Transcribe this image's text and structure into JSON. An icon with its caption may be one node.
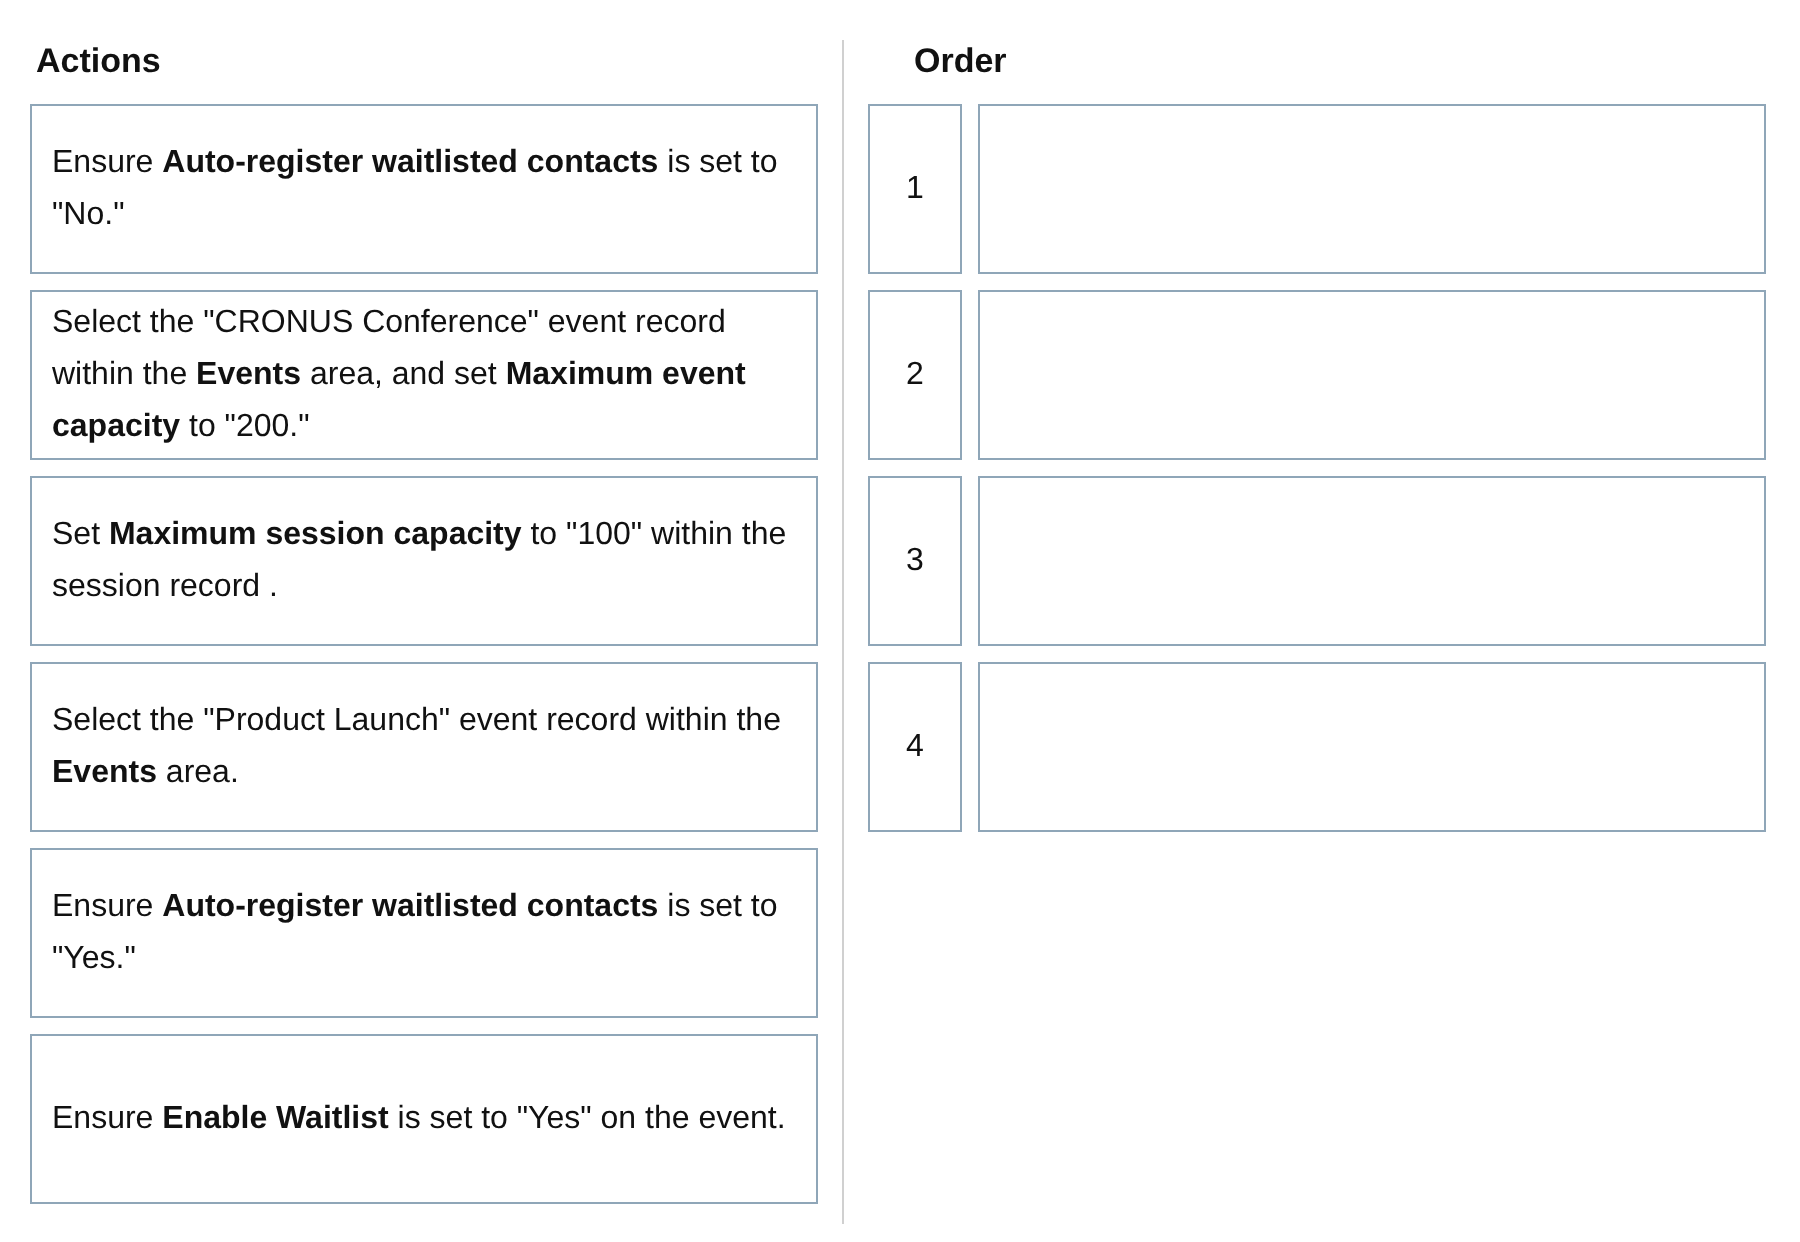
{
  "diagram": {
    "nodes": [
      {
        "text": [
          "Ensure **Auto-register waitlisted contacts** is set to \"No.\""
        ]
      },
      {
        "text": [
          "Select the \"CRONUS Conference\" event record within the **Events** area, and set **Maximum event capacity** to \"200.\""
        ]
      },
      {
        "text": [
          "Set **Maximum session capacity** to \"100\" within the session record ."
        ]
      },
      {
        "text": [
          "Select the \"Product Launch\" event record within the **Events** area."
        ]
      },
      {
        "text": [
          "Ensure **Auto-register waitlisted contacts** is set to \"Yes.\""
        ]
      },
      {
        "text": [
          "Ensure **Enable Waitlist** is set to \"Yes\" on the event."
        ]
      },
      {
        "text": [
          "1"
        ]
      },
      {
        "text": [],
        "shape": "box"
      },
      {
        "text": [
          "2"
        ]
      },
      {
        "text": [],
        "shape": "box"
      },
      {
        "text": [
          "3"
        ]
      },
      {
        "text": [],
        "shape": "box"
      },
      {
        "text": [
          "4"
        ]
      },
      {
        "text": [],
        "shape": "box"
      }
    ],
    "labels": [
      "Actions",
      "Order"
    ]
  }
}
